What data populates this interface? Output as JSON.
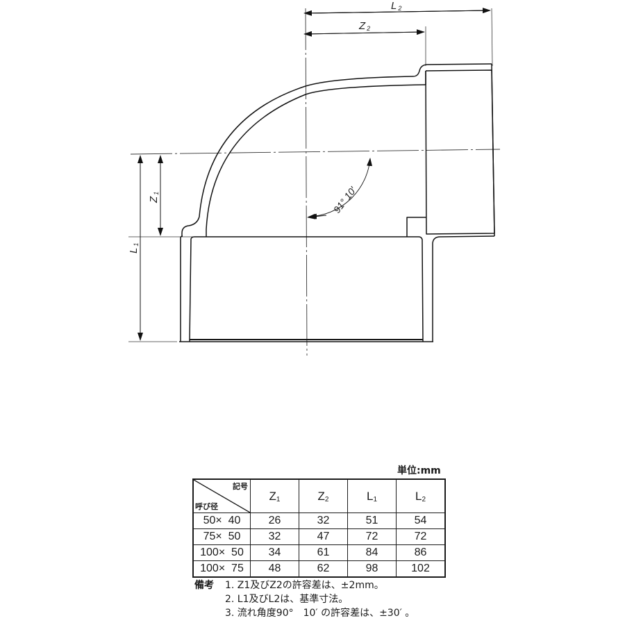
{
  "drawing": {
    "dimensions": {
      "L1": {
        "letter": "L",
        "sub": "1"
      },
      "L2": {
        "letter": "L",
        "sub": "2"
      },
      "Z1": {
        "letter": "Z",
        "sub": "1"
      },
      "Z2": {
        "letter": "Z",
        "sub": "2"
      }
    },
    "angle_label": "91° 10′"
  },
  "table": {
    "unit_label": "単位:mm",
    "corner_top": "記号",
    "corner_bottom": "呼び径",
    "columns": [
      {
        "letter": "Z",
        "sub": "1"
      },
      {
        "letter": "Z",
        "sub": "2"
      },
      {
        "letter": "L",
        "sub": "1"
      },
      {
        "letter": "L",
        "sub": "2"
      }
    ],
    "rows": [
      {
        "size": "50×  40",
        "values": [
          "26",
          "32",
          "51",
          "54"
        ]
      },
      {
        "size": "75×  50",
        "values": [
          "32",
          "47",
          "72",
          "72"
        ]
      },
      {
        "size": "100×  50",
        "values": [
          "34",
          "61",
          "84",
          "86"
        ]
      },
      {
        "size": "100×  75",
        "values": [
          "48",
          "62",
          "98",
          "102"
        ]
      }
    ]
  },
  "notes": {
    "heading": "備考",
    "items": [
      "1. Z1及びZ2の許容差は、±2mm。",
      "2. L1及びL2は、基準寸法。",
      "3. 流れ角度90°　10′ の許容差は、±30′ 。"
    ]
  }
}
